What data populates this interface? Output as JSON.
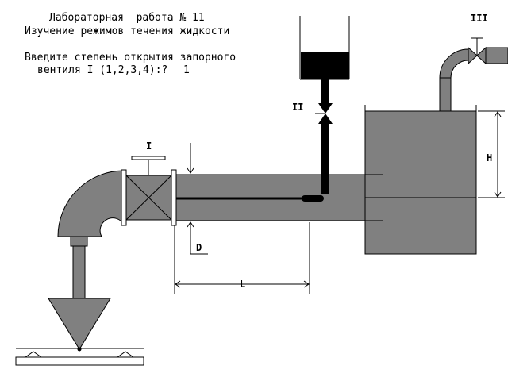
{
  "header": {
    "title": "Лабораторная  работа № 11",
    "subtitle": "Изучение режимов течения жидкости"
  },
  "prompt": {
    "line1": "Введите степень открытия запорного",
    "line2": "вентиля I (1,2,3,4):?",
    "answer": "1"
  },
  "labels": {
    "valve1": "I",
    "valve2": "II",
    "valve3": "III",
    "height": "H",
    "diameter": "D",
    "length": "L"
  },
  "colors": {
    "metal": "#808080",
    "outline": "#000000",
    "liquid": "#000000"
  }
}
